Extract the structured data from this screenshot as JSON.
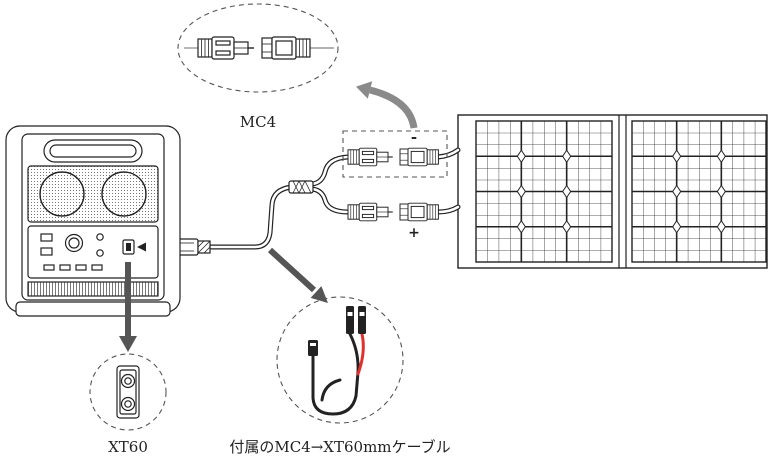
{
  "labels": {
    "mc4": "MC4",
    "minus": "-",
    "plus": "+",
    "xt60": "XT60",
    "cable_caption": "付属のMC4→XT60mmケーブル"
  },
  "colors": {
    "outline": "#222222",
    "arrow_light": "#8a8a8a",
    "arrow_dark": "#555555",
    "cable_red": "#e0302f"
  }
}
